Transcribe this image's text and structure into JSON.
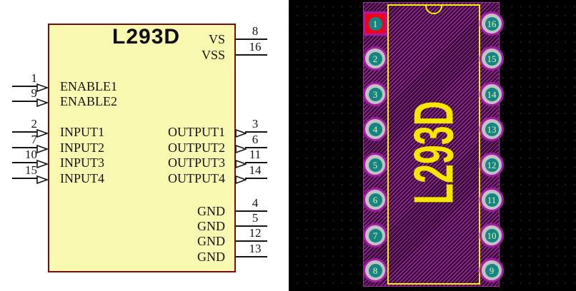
{
  "schematic": {
    "title": "L293D",
    "body_fill": "#f9f8b0",
    "body_border": "#7d0b0b",
    "pins_left": [
      {
        "number": "1",
        "label": "ENABLE1",
        "arrow": true
      },
      {
        "number": "9",
        "label": "ENABLE2",
        "arrow": true
      },
      {
        "number": "2",
        "label": "INPUT1",
        "arrow": true
      },
      {
        "number": "7",
        "label": "INPUT2",
        "arrow": true
      },
      {
        "number": "10",
        "label": "INPUT3",
        "arrow": true
      },
      {
        "number": "15",
        "label": "INPUT4",
        "arrow": true
      }
    ],
    "pins_right": [
      {
        "number": "8",
        "label": "VS",
        "arrow": false
      },
      {
        "number": "16",
        "label": "VSS",
        "arrow": false
      },
      {
        "number": "3",
        "label": "OUTPUT1",
        "arrow": true
      },
      {
        "number": "6",
        "label": "OUTPUT2",
        "arrow": true
      },
      {
        "number": "11",
        "label": "OUTPUT3",
        "arrow": true
      },
      {
        "number": "14",
        "label": "OUTPUT4",
        "arrow": true
      },
      {
        "number": "4",
        "label": "GND",
        "arrow": false
      },
      {
        "number": "5",
        "label": "GND",
        "arrow": false
      },
      {
        "number": "12",
        "label": "GND",
        "arrow": false
      },
      {
        "number": "13",
        "label": "GND",
        "arrow": false
      }
    ]
  },
  "footprint": {
    "label": "L293D",
    "background": "#000000",
    "silkscreen_color": "#fdf200",
    "label_color": "#f6e600",
    "hatch_line_color": "#a62ba6",
    "hatch_fill_color": "#330b33",
    "pad_ring_color": "#a61ca6",
    "pad_body_color": "#c2c2c2",
    "pad_hole_color": "#148585",
    "pad_number_color": "#f0f0a0",
    "pin1_pad_color": "#f40019",
    "pads_left": [
      "1",
      "2",
      "3",
      "4",
      "5",
      "6",
      "7",
      "8"
    ],
    "pads_right": [
      "16",
      "15",
      "14",
      "13",
      "12",
      "11",
      "10",
      "9"
    ]
  }
}
